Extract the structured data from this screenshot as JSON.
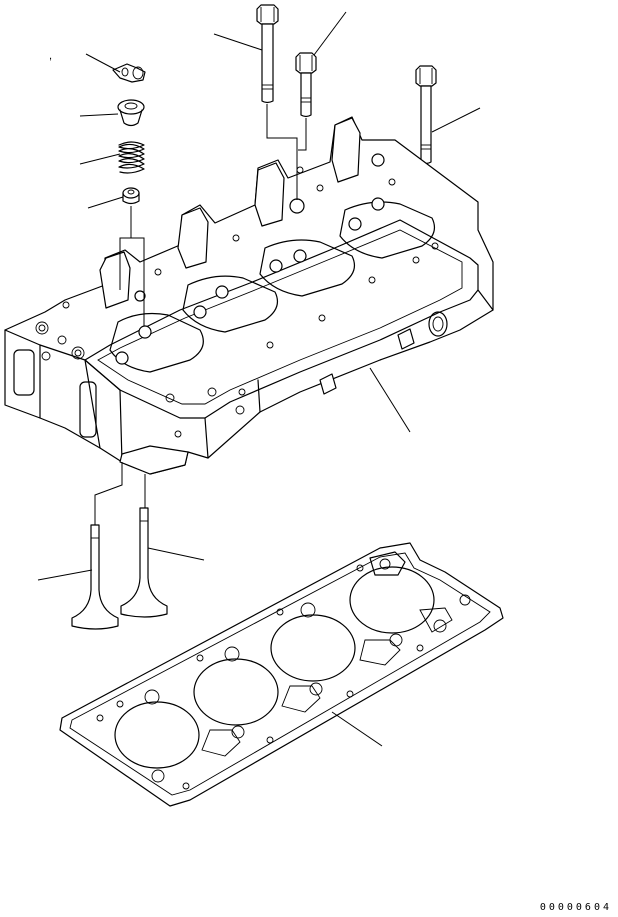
{
  "diagram": {
    "doc_code": "00000604",
    "mark": ","
  },
  "parts": [
    {
      "name": "valve-stem-seal",
      "label": ""
    },
    {
      "name": "spring-retainer",
      "label": ""
    },
    {
      "name": "valve-spring",
      "label": ""
    },
    {
      "name": "spring-seat",
      "label": ""
    },
    {
      "name": "head-bolt-short",
      "label": ""
    },
    {
      "name": "head-bolt-long",
      "label": ""
    },
    {
      "name": "head-bolt-right",
      "label": ""
    },
    {
      "name": "cylinder-head",
      "label": ""
    },
    {
      "name": "intake-valve",
      "label": ""
    },
    {
      "name": "exhaust-valve",
      "label": ""
    },
    {
      "name": "head-gasket",
      "label": ""
    }
  ]
}
